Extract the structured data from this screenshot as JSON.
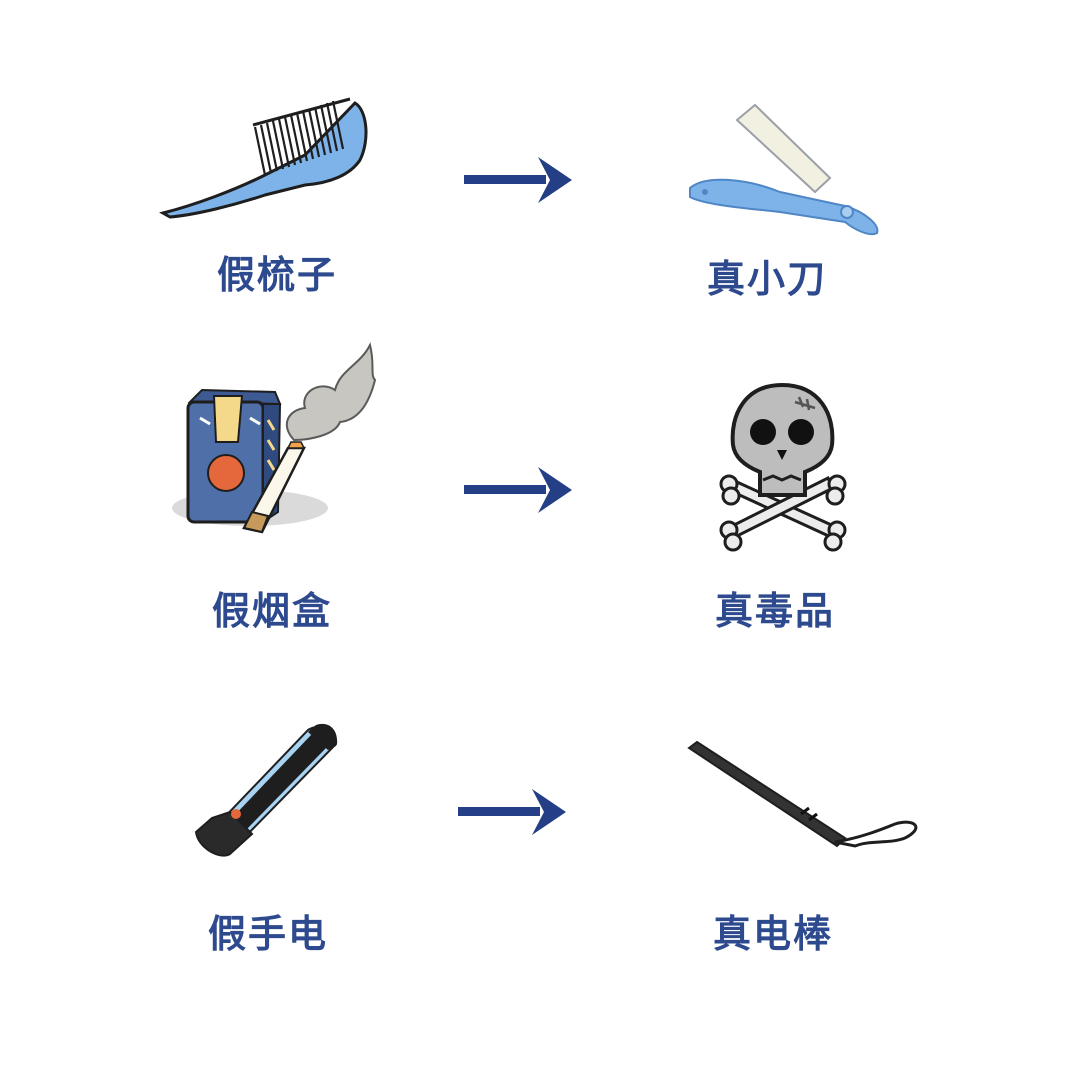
{
  "colors": {
    "label": "#2e4a8e",
    "arrow": "#243f85",
    "light_blue": "#7eb3ea",
    "dark_blue": "#4f6fa8",
    "outline": "#1e1e1e"
  },
  "rows": [
    {
      "fake": {
        "label": "假梳子",
        "icon": "comb-icon"
      },
      "real": {
        "label": "真小刀",
        "icon": "razor-icon"
      }
    },
    {
      "fake": {
        "label": "假烟盒",
        "icon": "cigarette-box-icon"
      },
      "real": {
        "label": "真毒品",
        "icon": "skull-crossbones-icon"
      }
    },
    {
      "fake": {
        "label": "假手电",
        "icon": "flashlight-icon"
      },
      "real": {
        "label": "真电棒",
        "icon": "baton-icon"
      }
    }
  ]
}
